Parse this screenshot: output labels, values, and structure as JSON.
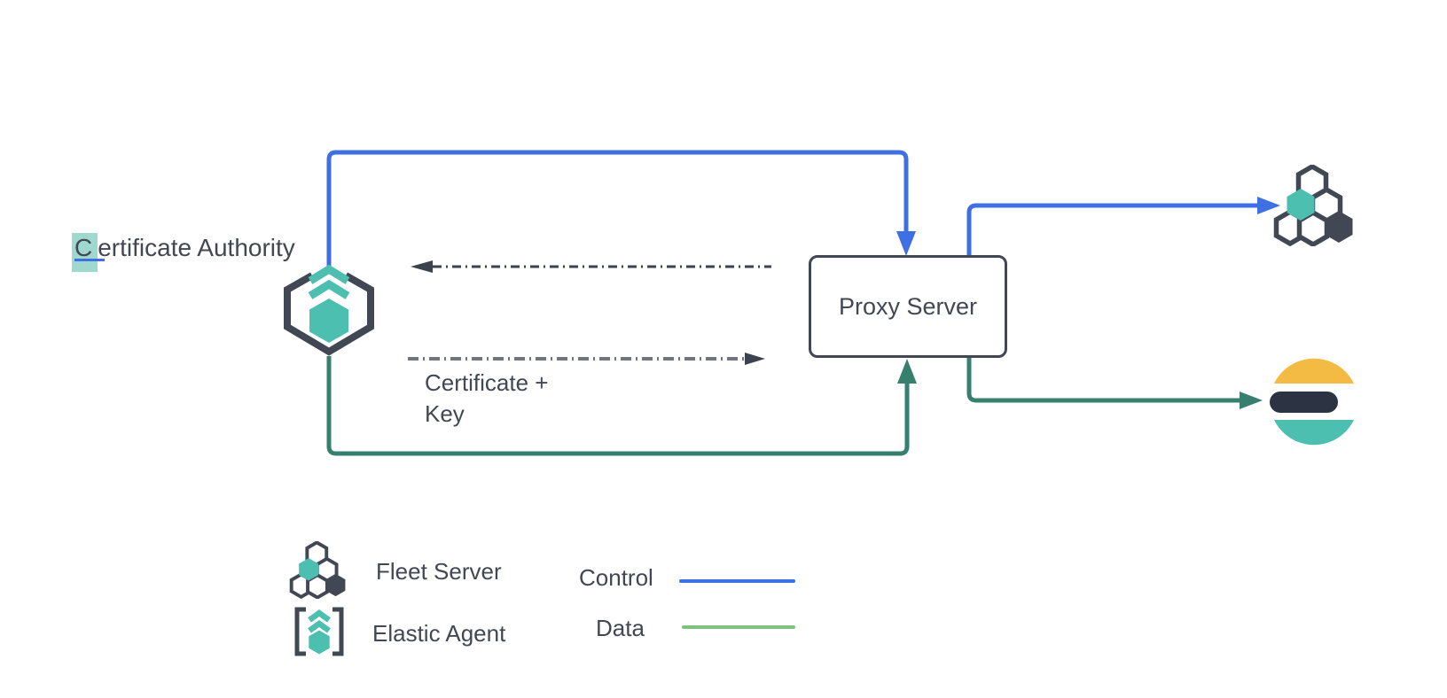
{
  "diagram": {
    "certificate_authority": {
      "highlighted_text": "C",
      "rest_text": "ertificate Authority"
    },
    "proxy_server_label": "Proxy Server",
    "annotation": {
      "line1": "Certificate +",
      "line2": "Key"
    },
    "legend": {
      "fleet_server_label": "Fleet Server",
      "elastic_agent_label": "Elastic Agent",
      "control_label": "Control",
      "data_label": "Data"
    },
    "colors": {
      "control_blue": "#3e70e3",
      "data_green": "#37806f",
      "legend_data_green": "#7cc47d",
      "teal": "#4dbfb0",
      "slate": "#414753",
      "dash_dark": "#3c4250",
      "dash_gray": "#70767f",
      "es_yellow": "#f3bb43",
      "es_dark": "#2c3443",
      "selection_highlight": "#9ed8cf"
    },
    "icons": [
      "elastic-agent-icon",
      "fleet-server-icon",
      "elasticsearch-icon"
    ]
  }
}
